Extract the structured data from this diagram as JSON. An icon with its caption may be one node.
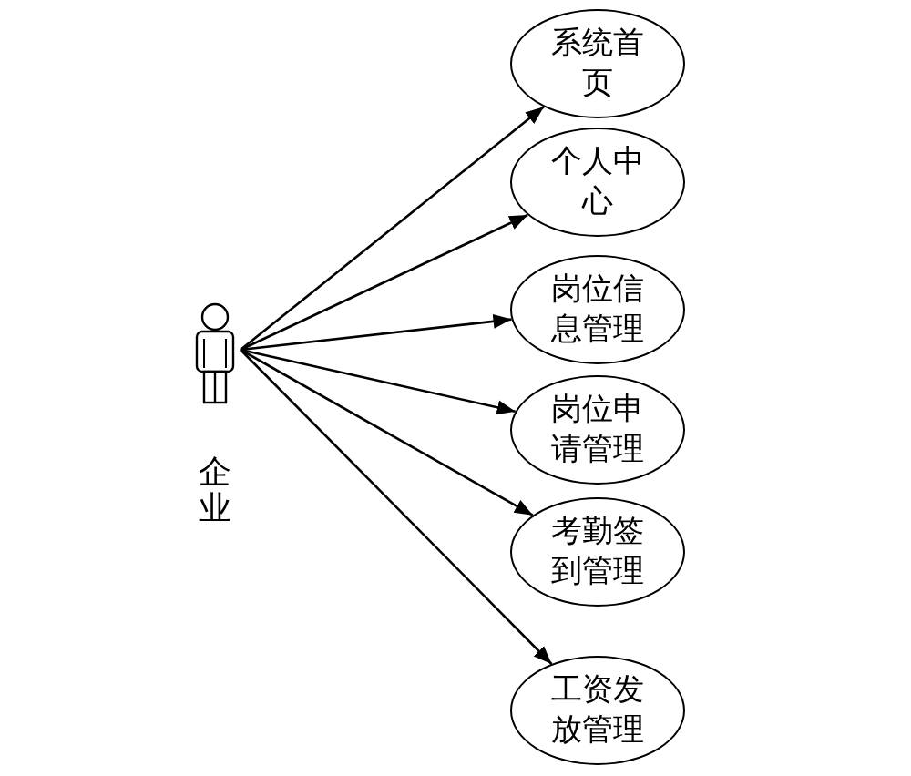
{
  "diagram": {
    "nodes": [
      {
        "text": [],
        "shape": "person",
        "beside": [
          "企业"
        ]
      },
      {
        "text": [
          "系统首页"
        ]
      },
      {
        "text": [
          "个人中心"
        ]
      },
      {
        "text": [
          "岗位信息管理"
        ]
      },
      {
        "text": [
          "岗位申请管理"
        ]
      },
      {
        "text": [
          "考勤签到管理"
        ]
      },
      {
        "text": [
          "工资发放管理"
        ]
      }
    ],
    "edges": [
      {
        "from": 0,
        "to": 1,
        "arrow": "to"
      },
      {
        "from": 0,
        "to": 2,
        "arrow": "to"
      },
      {
        "from": 0,
        "to": 3,
        "arrow": "to"
      },
      {
        "from": 0,
        "to": 4,
        "arrow": "to"
      },
      {
        "from": 0,
        "to": 5,
        "arrow": "to"
      },
      {
        "from": 0,
        "to": 6,
        "arrow": "to"
      }
    ]
  }
}
